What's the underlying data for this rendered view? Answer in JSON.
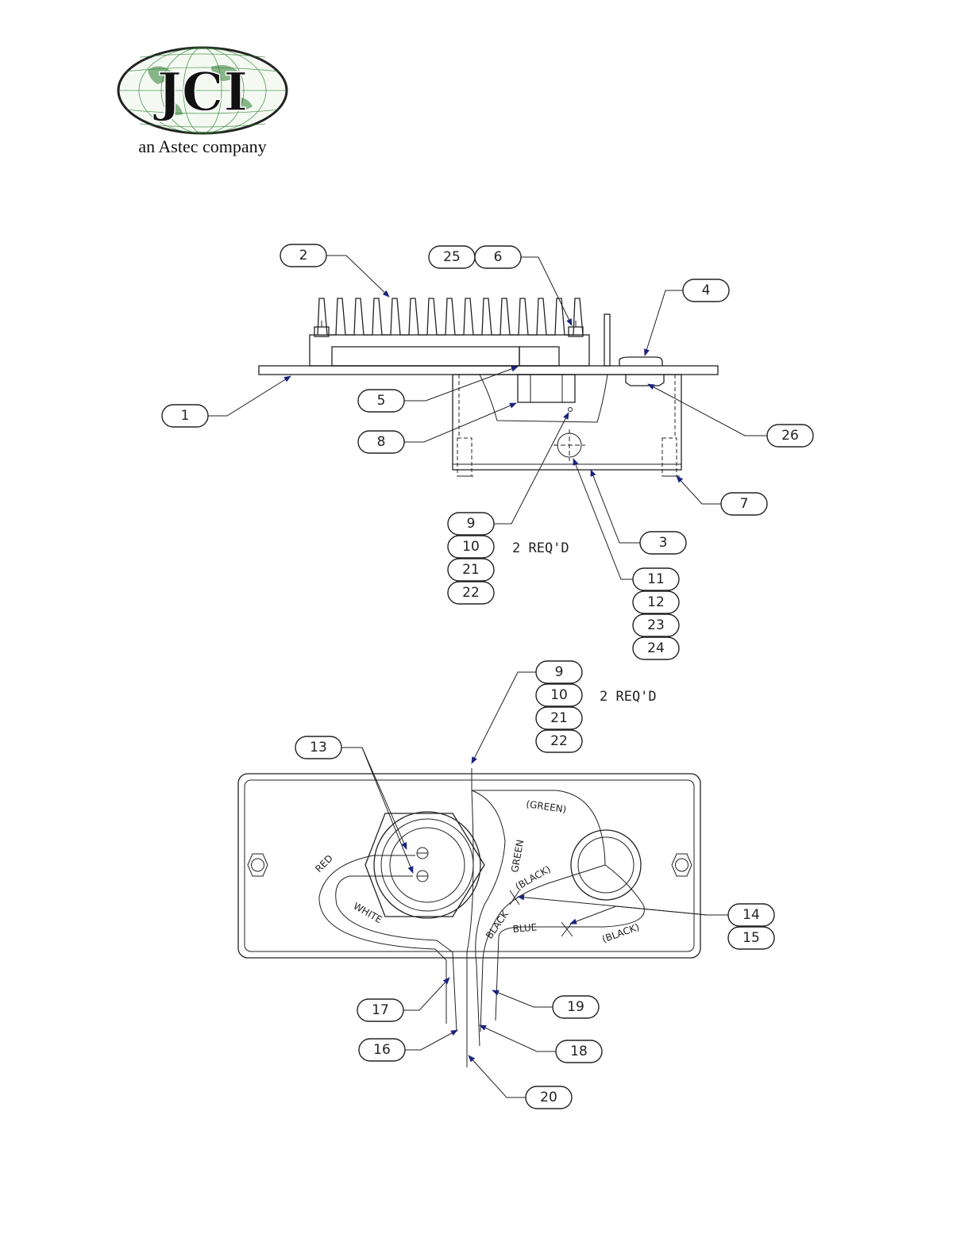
{
  "logo": {
    "text": "JCI",
    "tagline": "an Astec company"
  },
  "top_view": {
    "callouts": [
      "1",
      "2",
      "3",
      "4",
      "5",
      "6",
      "7",
      "8",
      "9",
      "10",
      "11",
      "12",
      "21",
      "22",
      "23",
      "24",
      "25",
      "26"
    ],
    "note": "2 REQ'D"
  },
  "bottom_view": {
    "callouts": [
      "9",
      "10",
      "13",
      "14",
      "15",
      "16",
      "17",
      "18",
      "19",
      "20",
      "21",
      "22"
    ],
    "note": "2 REQ'D",
    "wire_labels": {
      "green_paren": "(GREEN)",
      "green": "GREEN",
      "red": "RED",
      "white": "WHITE",
      "black_paren_1": "(BLACK)",
      "black": "BLACK",
      "blue": "BLUE",
      "black_paren_2": "(BLACK)"
    }
  }
}
